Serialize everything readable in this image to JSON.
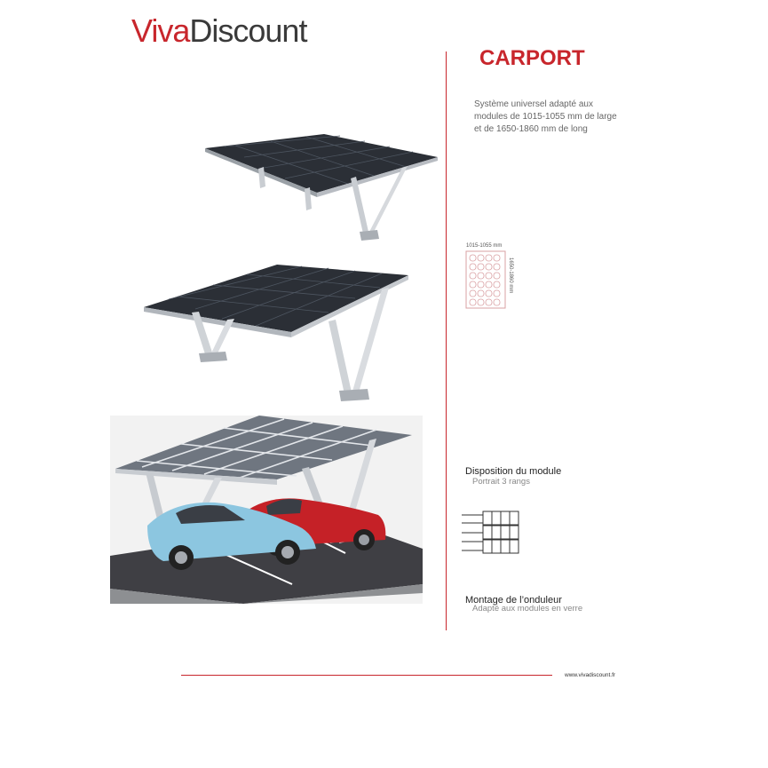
{
  "brand": {
    "part1": "Viva",
    "part2": "Discount"
  },
  "header": {
    "title": "CARPORT"
  },
  "description": {
    "lines": [
      "Système universel adapté aux",
      "modules de 1015-1055 mm de large",
      "et de 1650-1860 mm de long"
    ]
  },
  "diagram": {
    "width_label": "1015-1055 mm",
    "length_label": "1650-1860 mm"
  },
  "sections": [
    {
      "heading": "Disposition du module",
      "detail": "Portrait 3 rangs"
    },
    {
      "heading": "Montage de l’onduleur",
      "detail": "Adapté aux modules en verre"
    }
  ],
  "footer": {
    "url": "www.vivadiscount.fr"
  },
  "colors": {
    "brand_red": "#c8262c",
    "brand_gray": "#3a3a3a",
    "panel": "#2b2f36"
  }
}
